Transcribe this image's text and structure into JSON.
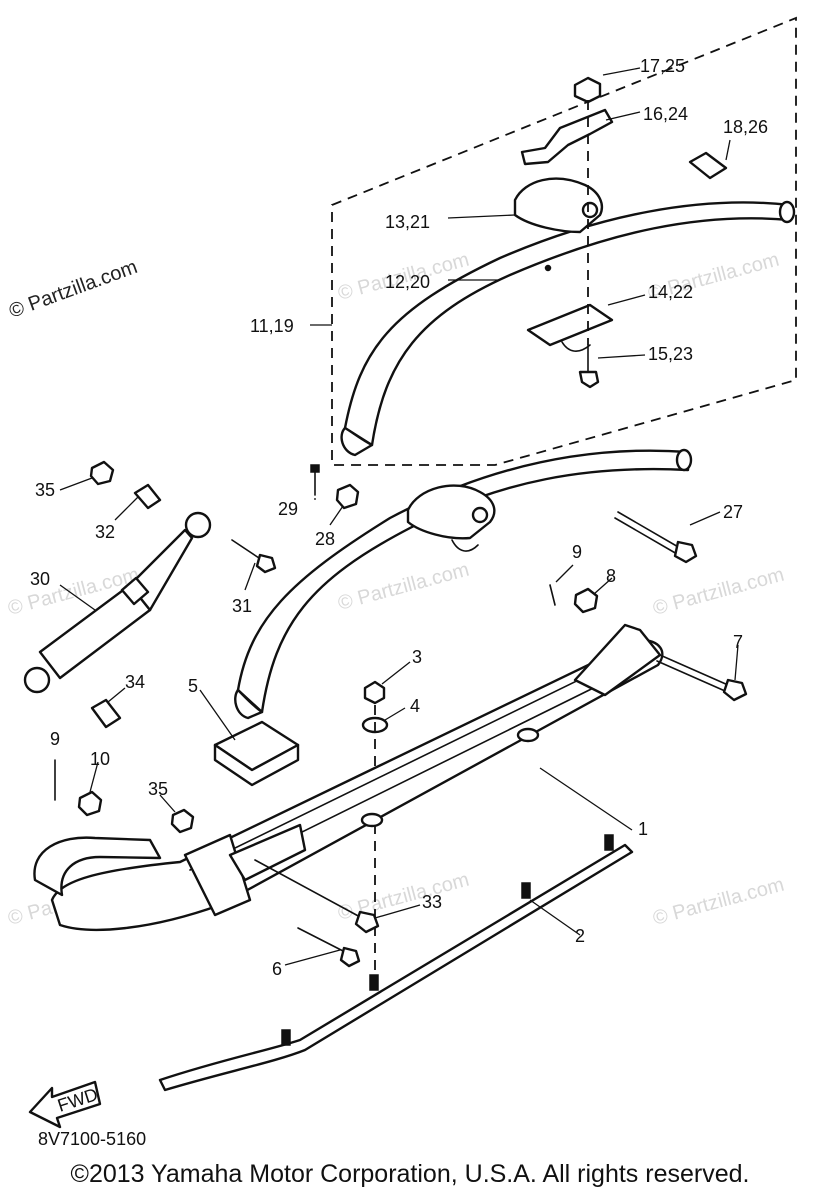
{
  "watermarks": {
    "primary": "© Partzilla.com",
    "secondary": "© Partzilla.com"
  },
  "callouts": {
    "c1": "1",
    "c2": "2",
    "c3": "3",
    "c4": "4",
    "c5": "5",
    "c6": "6",
    "c7": "7",
    "c8": "8",
    "c9a": "9",
    "c9b": "9",
    "c10": "10",
    "c11_19": "11,19",
    "c12_20": "12,20",
    "c13_21": "13,21",
    "c14_22": "14,22",
    "c15_23": "15,23",
    "c16_24": "16,24",
    "c17_25": "17,25",
    "c18_26": "18,26",
    "c27": "27",
    "c28": "28",
    "c29": "29",
    "c30": "30",
    "c31": "31",
    "c32": "32",
    "c33": "33",
    "c34": "34",
    "c35a": "35",
    "c35b": "35"
  },
  "fwd_label": "FWD",
  "part_code": "8V7100-5160",
  "footer": "©2013 Yamaha Motor Corporation, U.S.A. All rights reserved."
}
